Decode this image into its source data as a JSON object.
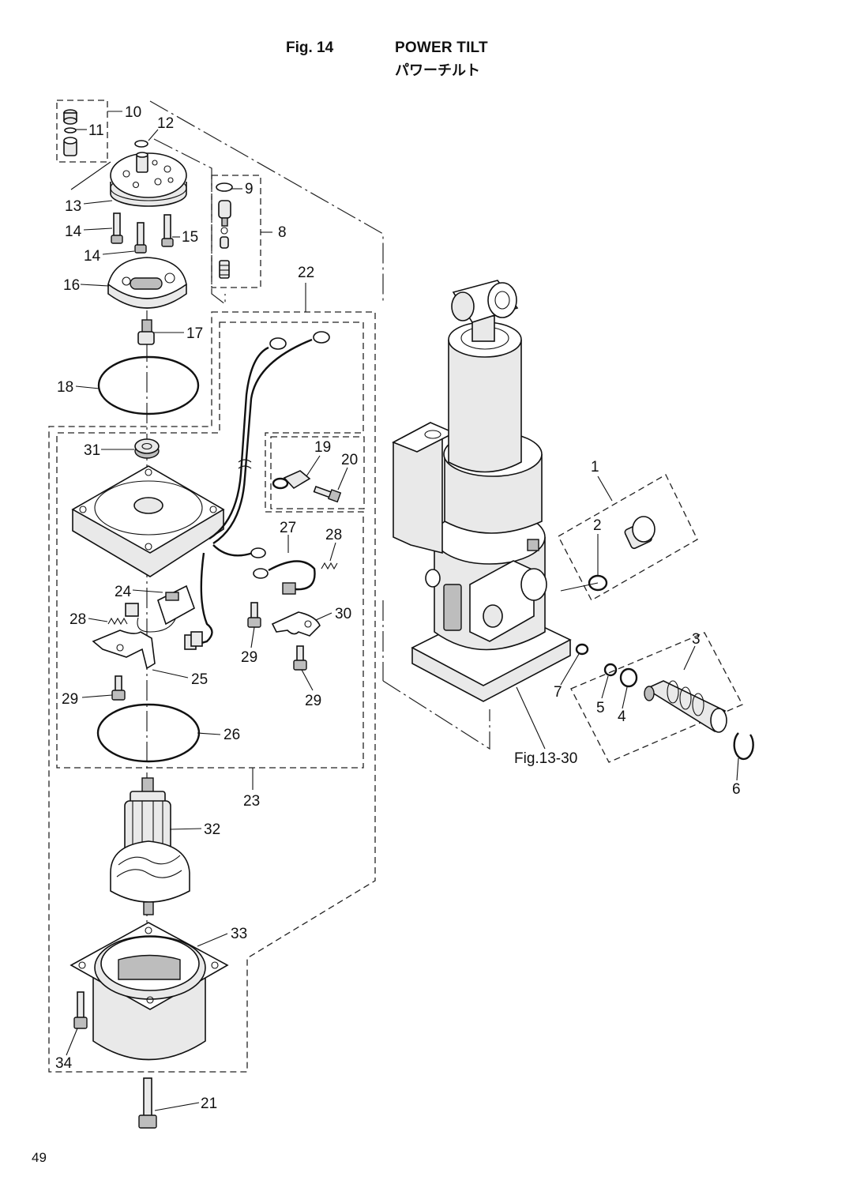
{
  "header": {
    "fig_num": "Fig. 14",
    "title_en": "POWER TILT",
    "title_jp": "パワーチルト"
  },
  "page_number": "49",
  "reference": "Fig.13-30",
  "callouts": [
    "1",
    "2",
    "3",
    "4",
    "5",
    "6",
    "7",
    "8",
    "9",
    "10",
    "11",
    "12",
    "13",
    "14",
    "14",
    "15",
    "16",
    "17",
    "18",
    "19",
    "20",
    "21",
    "22",
    "23",
    "24",
    "25",
    "26",
    "27",
    "28",
    "28",
    "29",
    "29",
    "29",
    "30",
    "31",
    "32",
    "33",
    "34"
  ]
}
